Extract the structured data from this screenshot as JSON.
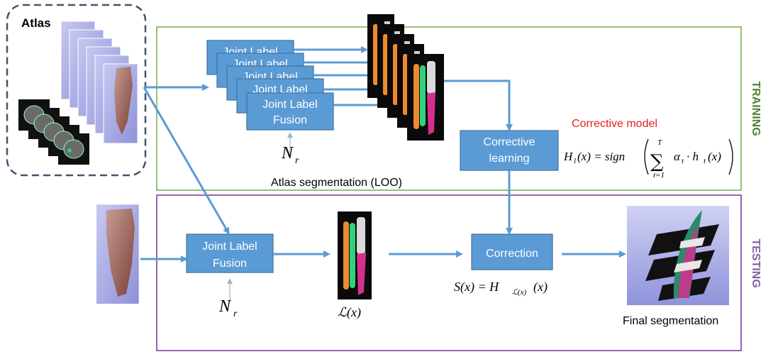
{
  "atlas_label": "Atlas",
  "sections": {
    "training": "TRAINING",
    "testing": "TESTING"
  },
  "jlf_stack_labels": [
    "Joint Label",
    "Joint Label",
    "Joint Label",
    "Joint Label"
  ],
  "jlf_front": {
    "line1": "Joint Label",
    "line2": "Fusion"
  },
  "corrective_learning": {
    "line1": "Corrective",
    "line2": "learning"
  },
  "corrective_model_title": "Corrective model",
  "atlas_segmentation_caption": "Atlas segmentation (LOO)",
  "test_jlf": {
    "line1": "Joint Label",
    "line2": "Fusion"
  },
  "correction_label": "Correction",
  "final_segmentation_caption": "Final segmentation",
  "math": {
    "neighborhood_symbol": "N",
    "neighborhood_sub": "r",
    "label_map": "ℒ(x)",
    "model_formula_lhs": "H",
    "model_formula_lhs_sub": "l",
    "model_formula_rhs": "(x) = sign",
    "sum_top": "T",
    "sum_bottom": "t=1",
    "sum_term": "α",
    "sum_term_sub": "t",
    "sum_term_rest": "· h",
    "sum_term_rest_sub": "t",
    "sum_term_end": "(x)",
    "output_lhs": "S(x) = H",
    "output_sub": "ℒ(x)",
    "output_end": "(x)"
  },
  "colors": {
    "box_fill": "#5b9bd5",
    "training_border": "#70ad47",
    "testing_border": "#7030a0",
    "training_text": "#548235",
    "testing_text": "#8064a2",
    "model_title": "#e02020",
    "atlas_border": "#44546a"
  }
}
